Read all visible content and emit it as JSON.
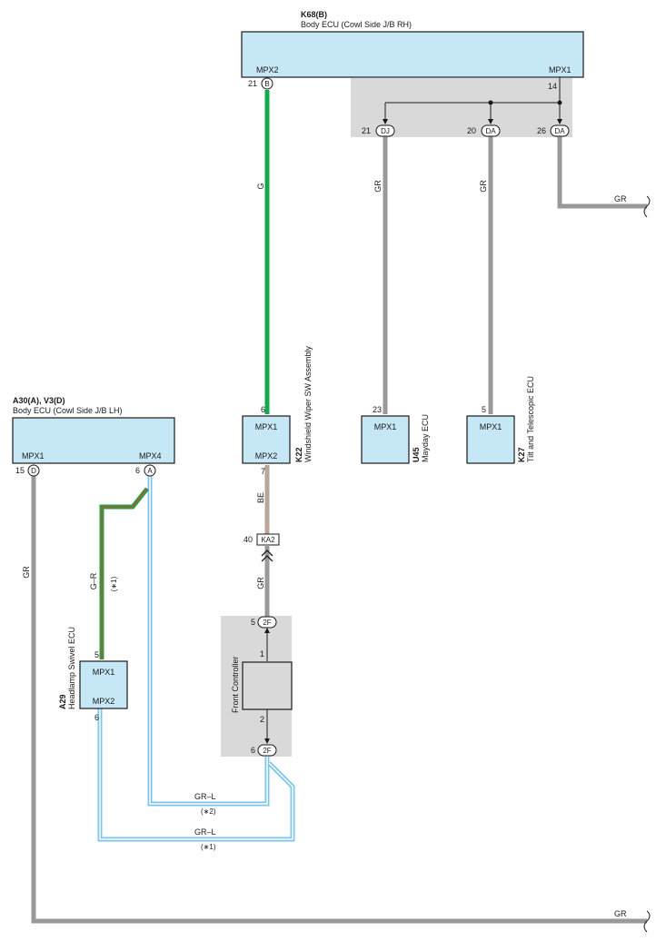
{
  "body_ecu_rh": {
    "id": "K68(B)",
    "name": "Body ECU (Cowl Side J/B RH)",
    "pin_left_label": "MPX2",
    "pin_right_label": "MPX1",
    "pin_left_num": "21",
    "pin_left_conn": "B",
    "pin_right_num": "14"
  },
  "junction_top": {
    "c1_num": "21",
    "c1_code": "DJ",
    "c2_num": "20",
    "c2_code": "DA",
    "c3_num": "26",
    "c3_code": "DA"
  },
  "wires": {
    "green": "G",
    "gr": "GR",
    "be": "BE",
    "gr_l": "GR–L",
    "g_r": "G–R",
    "note1": "(∗1)",
    "note2": "(∗2)"
  },
  "body_ecu_lh": {
    "id": "A30(A), V3(D)",
    "name": "Body ECU (Cowl Side J/B LH)",
    "pin_left_label": "MPX1",
    "pin_right_label": "MPX4",
    "pin_left_num": "15",
    "pin_left_conn": "D",
    "pin_right_num": "6",
    "pin_right_conn": "A"
  },
  "wiper_sw": {
    "id": "K22",
    "name": "Windshield Wiper SW Assembly",
    "pin1_label": "MPX1",
    "pin2_label": "MPX2",
    "pin1_num": "6",
    "pin2_num": "7"
  },
  "mayday": {
    "id": "U45",
    "name": "Mayday ECU",
    "pin_label": "MPX1",
    "pin_num": "23"
  },
  "tilt": {
    "id": "K27",
    "name": "Tilt and Telescopic ECU",
    "pin_label": "MPX1",
    "pin_num": "5"
  },
  "ka2": {
    "num": "40",
    "code": "KA2"
  },
  "front_controller": {
    "name": "Front Controller",
    "top_num": "5",
    "top_code": "2F",
    "bottom_num": "6",
    "bottom_code": "2F",
    "inner_top": "1",
    "inner_bottom": "2"
  },
  "headlamp": {
    "id": "A29",
    "name": "Headlamp Swivel ECU",
    "pin1_label": "MPX1",
    "pin2_label": "MPX2",
    "pin1_num": "5",
    "pin2_num": "6"
  },
  "colors": {
    "ecu_fill": "#c5e7f6",
    "wire_gray": "#999999",
    "wire_green": "#13a84a",
    "wire_beige": "#b9a698",
    "wire_light_blue": "#7cc6ea",
    "wire_red": "#d9452b",
    "junction_gray": "#d9d9d9"
  }
}
